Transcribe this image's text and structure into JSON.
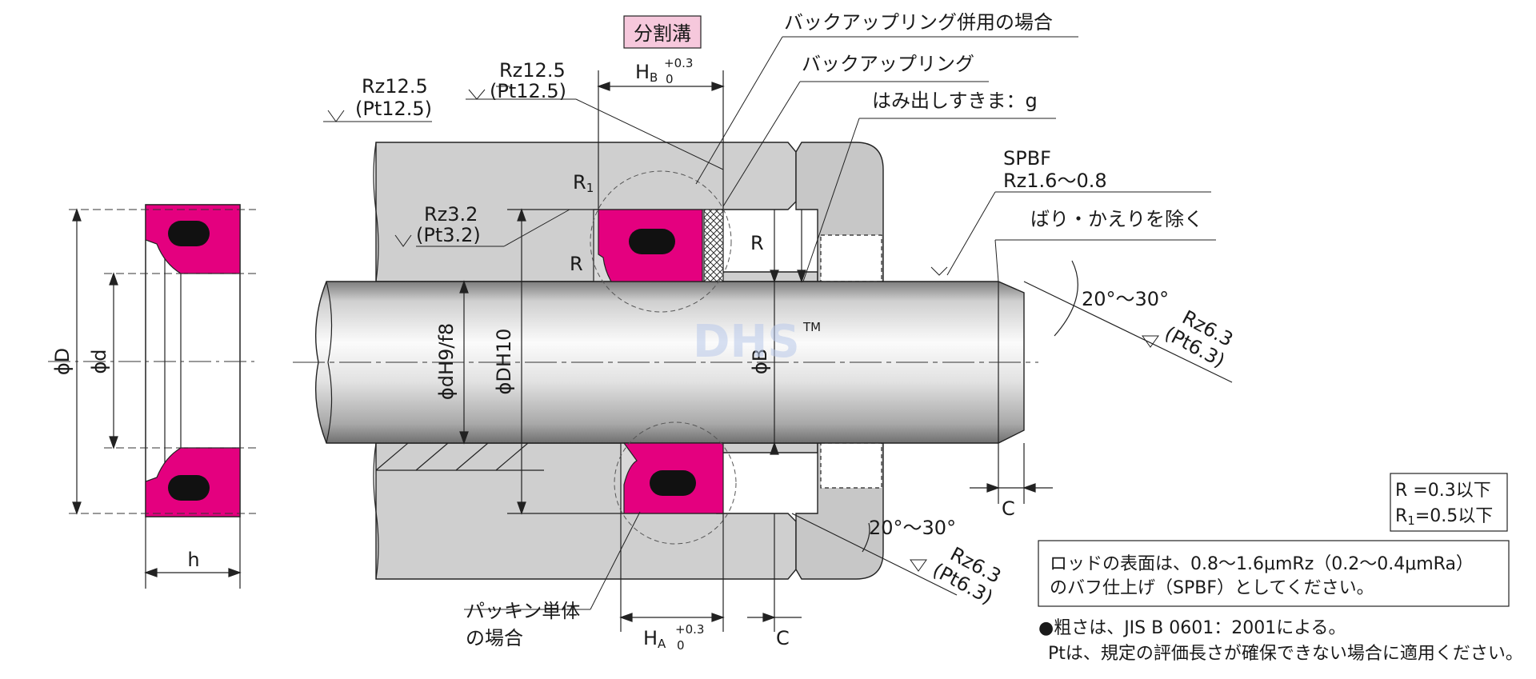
{
  "labels": {
    "split_groove": "分割溝",
    "backup_combined": "バックアップリング併用の場合",
    "backup_ring": "バックアップリング",
    "extrusion_gap": "はみ出しすきま：g",
    "spbf": "SPBF",
    "spbf_rz": "Rz1.6～0.8",
    "deburr": "ばり・かえりを除く",
    "rz125_left": "Rz12.5",
    "pt125_left": "(Pt12.5)",
    "rz125_top": "Rz12.5",
    "pt125_top": "(Pt12.5)",
    "rz32": "Rz3.2",
    "pt32": "(Pt3.2)",
    "rz63_right": "Rz6.3",
    "pt63_right": "(Pt6.3)",
    "rz63_bottom": "Rz6.3",
    "pt63_bottom": "(Pt6.3)",
    "r1": "R",
    "r1_sub": "1",
    "r_left": "R",
    "r_right": "R",
    "hb": "H",
    "hb_sub": "B",
    "hb_tol_upper": "+0.3",
    "hb_tol_lower": "0",
    "ha": "H",
    "ha_sub": "A",
    "ha_tol_upper": "+0.3",
    "ha_tol_lower": "0",
    "angle_right": "20°～30°",
    "angle_bottom": "20°～30°",
    "c_right": "C",
    "c_bottom": "C",
    "phi_D": "ϕD",
    "phi_d": "ϕd",
    "h": "h",
    "phi_dH9f8": "ϕdH9/f8",
    "phi_DH10": "ϕDH10",
    "phi_B": "ϕB",
    "packing_only_1": "パッキン単体",
    "packing_only_2": "の場合",
    "watermark": "DHS",
    "watermark_tm": "TM"
  },
  "notes": {
    "r_limit": "R =0.3以下",
    "r1_limit": "R",
    "r1_limit_sub": "1",
    "r1_limit_rest": "=0.5以下",
    "rod_surface_1": "ロッドの表面は、0.8～1.6μmRz（0.2～0.4μmRa）",
    "rod_surface_2": "のバフ仕上げ（SPBF）としてください。",
    "roughness_1": "●粗さは、JIS B 0601：2001による。",
    "roughness_2": "Ptは、規定の評価長さが確保できない場合に適用ください。"
  },
  "colors": {
    "seal": "#e4007f",
    "seal_inner": "#111111",
    "housing": "#cfcfcf",
    "housing_dark": "#b5b5b5",
    "rod_light": "#f4f4f4",
    "rod_dark": "#9e9e9e",
    "split_groove_bg": "#f6c8dc",
    "line": "#222222",
    "watermark": "#b9c9ea"
  }
}
